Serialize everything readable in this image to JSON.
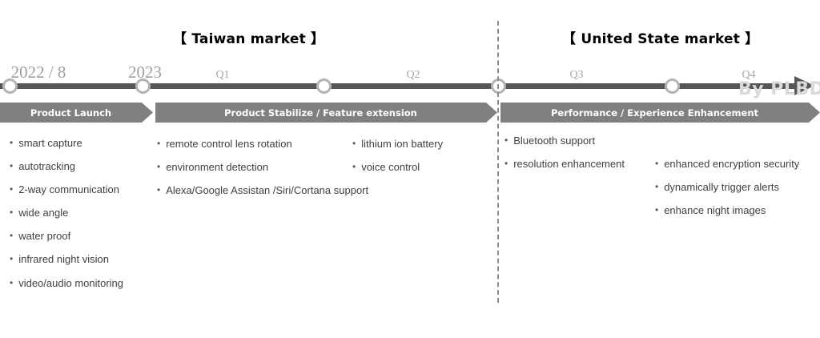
{
  "markets": [
    {
      "name": "taiwan",
      "label": "【 Taiwan market 】"
    },
    {
      "name": "united-state",
      "label": "【 United State market 】"
    }
  ],
  "timeline": {
    "axis_color": "#565656",
    "marker_color": "#b4b4b4",
    "period_labels": [
      {
        "text": "2022 / 8",
        "type": "year"
      },
      {
        "text": "2023",
        "type": "year"
      },
      {
        "text": "Q1",
        "type": "quarter"
      },
      {
        "text": "Q2",
        "type": "quarter"
      },
      {
        "text": "Q3",
        "type": "quarter"
      },
      {
        "text": "Q4",
        "type": "quarter"
      }
    ]
  },
  "phases": [
    {
      "name": "product-launch",
      "label": "Product Launch",
      "color": "#808080"
    },
    {
      "name": "product-stabilize",
      "label": "Product Stabilize / Feature extension",
      "color": "#808080"
    },
    {
      "name": "performance-enhancement",
      "label": "Performance / Experience Enhancement",
      "color": "#808080"
    }
  ],
  "features": {
    "launch": [
      "smart capture",
      "autotracking",
      "2-way communication",
      "wide angle",
      "water proof",
      "infrared night vision",
      "video/audio monitoring"
    ],
    "stabilize_a": [
      "remote control lens rotation",
      "environment detection",
      "Alexa/Google Assistan /Siri/Cortana support"
    ],
    "stabilize_b": [
      "lithium ion battery",
      "voice control"
    ],
    "performance_a": [
      "Bluetooth support",
      "resolution enhancement"
    ],
    "performance_b": [
      "enhanced encryption security",
      "dynamically trigger alerts",
      "enhance night images"
    ]
  },
  "bullet_glyph": "•",
  "watermark": {
    "text": "By PLBD",
    "color": "#d9d9d9"
  }
}
